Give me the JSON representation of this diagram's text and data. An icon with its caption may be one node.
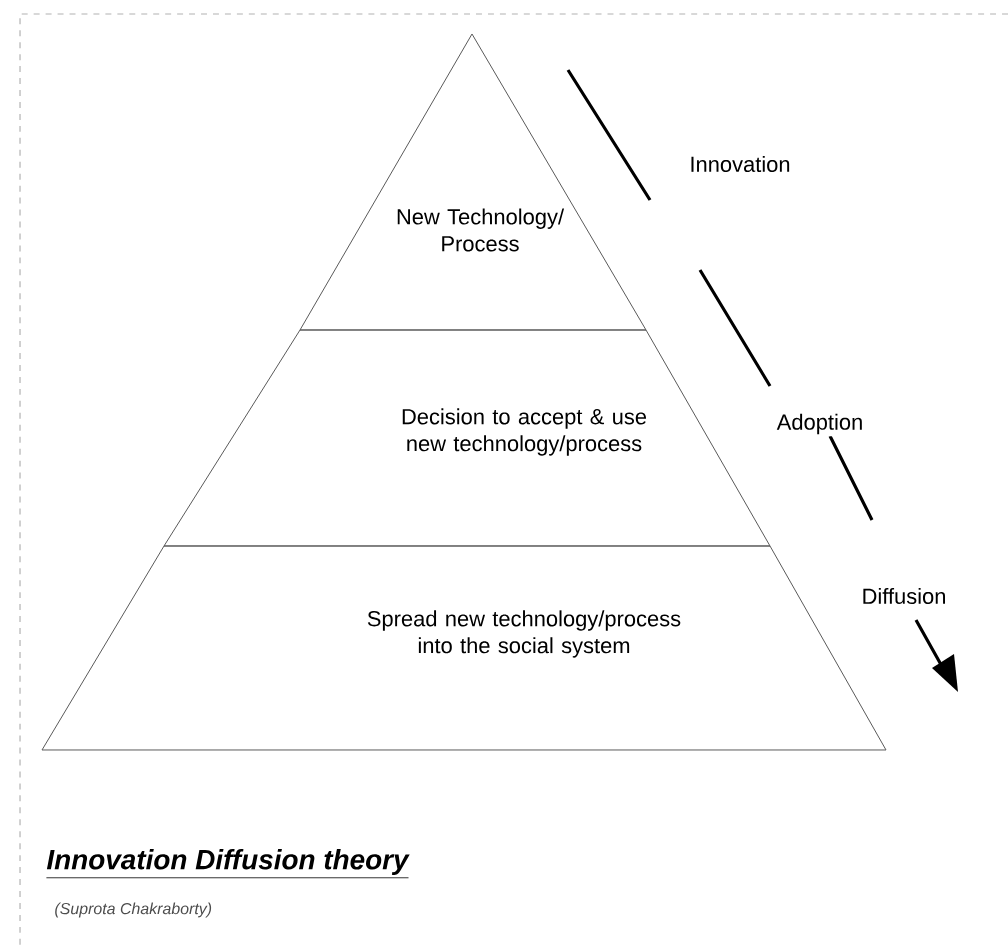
{
  "diagram": {
    "caption": "Innovation Diffusion theory",
    "nodes": [
      {
        "text": [
          "New Technology/ Process"
        ]
      },
      {
        "text": [
          "Decision to accept & use new technology/process"
        ]
      },
      {
        "text": [
          "Spread new technology/process into the social system"
        ]
      }
    ],
    "labels": [
      "Innovation",
      "Adoption",
      "Diffusion",
      "(Suprota Chakraborty)"
    ]
  }
}
